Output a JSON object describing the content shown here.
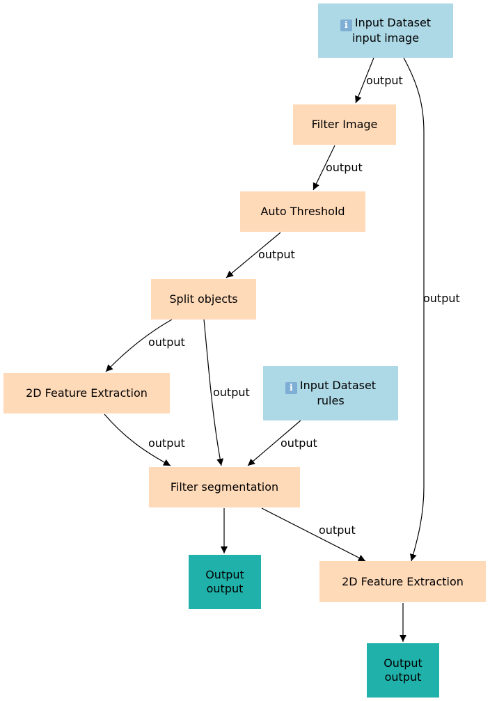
{
  "colors": {
    "input": "#add8e6",
    "tool": "#ffdab9",
    "output": "#20b2aa",
    "edge": "#000000"
  },
  "nodes": {
    "input_image": {
      "icon": "info-icon",
      "icon_glyph": "i",
      "title": "Input Dataset",
      "subtitle": "input image"
    },
    "filter_image": {
      "title": "Filter Image"
    },
    "auto_threshold": {
      "title": "Auto Threshold"
    },
    "split_objects": {
      "title": "Split objects"
    },
    "feature_extraction_1": {
      "title": "2D Feature Extraction"
    },
    "input_rules": {
      "icon": "info-icon",
      "icon_glyph": "i",
      "title": "Input Dataset",
      "subtitle": "rules"
    },
    "filter_segmentation": {
      "title": "Filter segmentation"
    },
    "output_1": {
      "title": "Output",
      "subtitle": "output"
    },
    "feature_extraction_2": {
      "title": "2D Feature Extraction"
    },
    "output_2": {
      "title": "Output",
      "subtitle": "output"
    }
  },
  "edges": {
    "e1": "output",
    "e2": "output",
    "e3": "output",
    "e4": "output",
    "e5": "output",
    "e6": "output",
    "e7": "output",
    "e8": "output",
    "e9": "output"
  }
}
